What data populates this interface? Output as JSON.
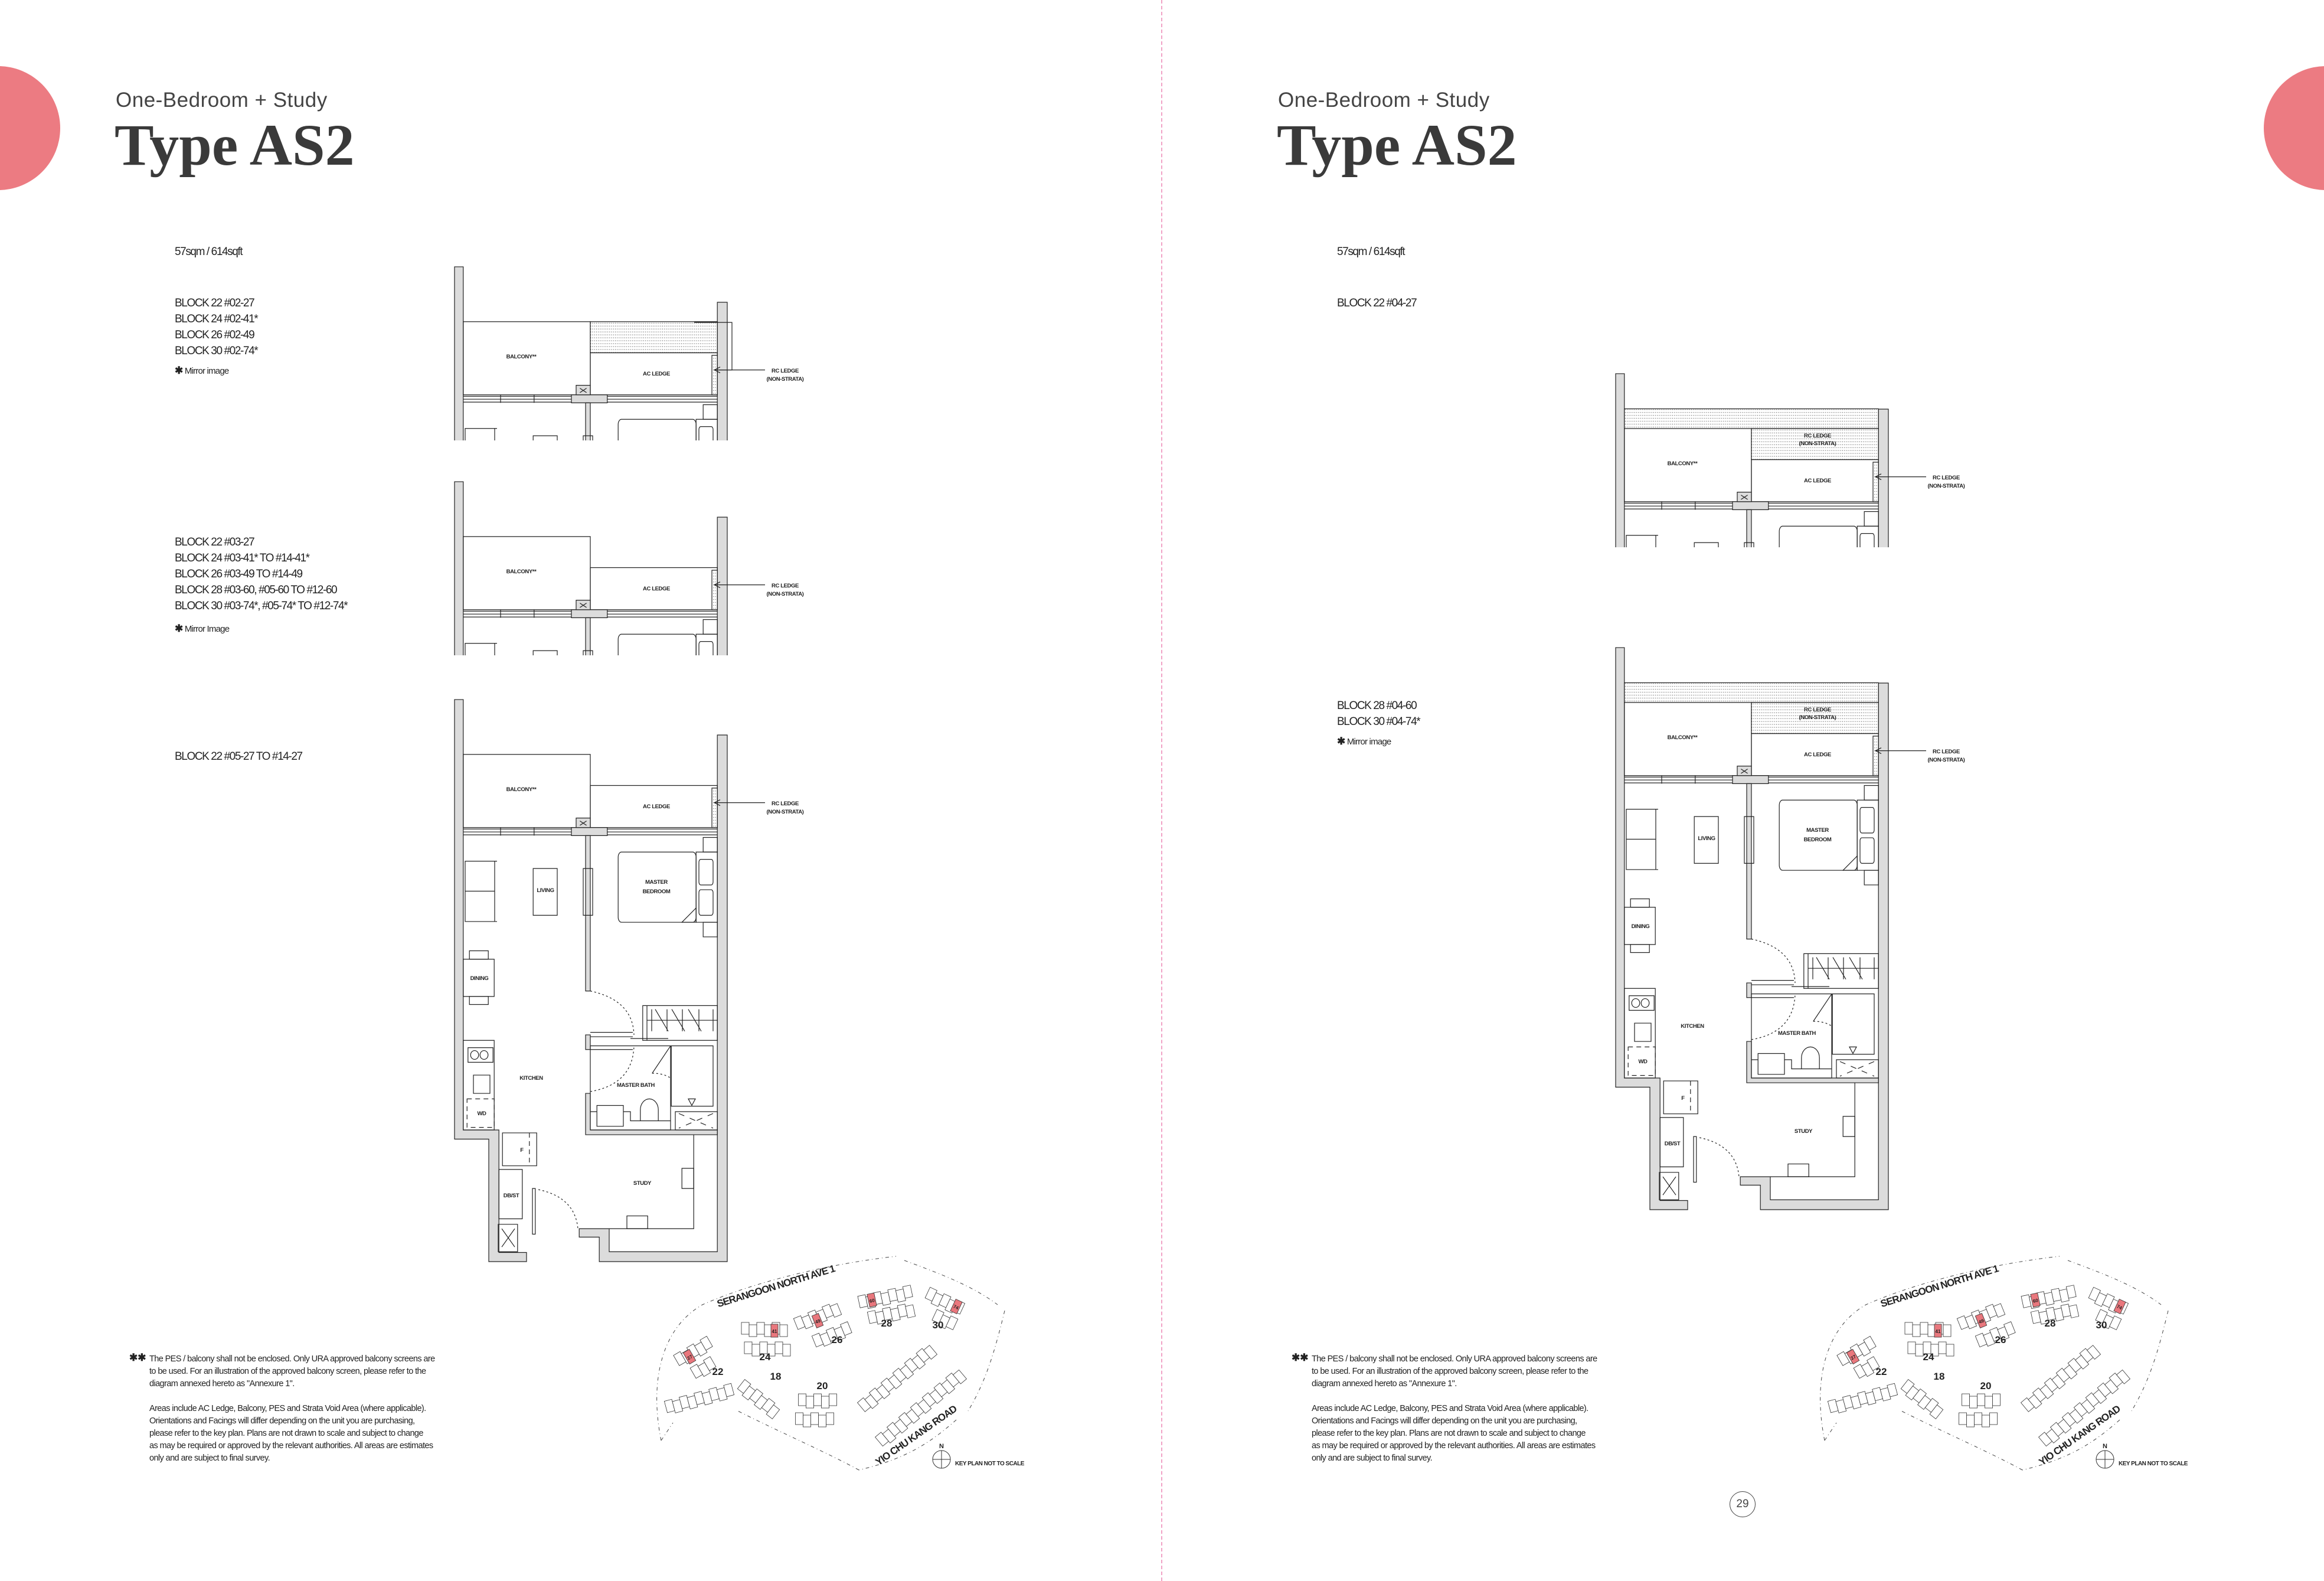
{
  "colors": {
    "accent_pink": "#ec7b82",
    "divider_pink": "#f1a3c6",
    "wall_gray": "#dcdcdc",
    "highlight_unit": "#e9777d"
  },
  "left_page": {
    "subtitle": "One-Bedroom + Study",
    "title": "Type AS2",
    "area": "57sqm / 614sqft",
    "group1": {
      "lines": [
        "BLOCK 22 #02-27",
        "BLOCK 24 #02-41*",
        "BLOCK 26 #02-49",
        "BLOCK 30 #02-74*"
      ],
      "marker": "✱",
      "note": "Mirror image"
    },
    "group2": {
      "lines": [
        "BLOCK 22 #03-27",
        "BLOCK 24 #03-41* TO #14-41*",
        "BLOCK 26 #03-49 TO #14-49",
        "BLOCK 28 #03-60, #05-60 TO #12-60",
        "BLOCK 30 #03-74*, #05-74* TO #12-74*"
      ],
      "marker": "✱",
      "note": "Mirror Image"
    },
    "group3": {
      "lines": [
        "BLOCK 22 #05-27 TO #14-27"
      ]
    }
  },
  "right_page": {
    "subtitle": "One-Bedroom + Study",
    "title": "Type AS2",
    "area": "57sqm / 614sqft",
    "group1": {
      "lines": [
        "BLOCK 22 #04-27"
      ]
    },
    "group2": {
      "lines": [
        "BLOCK 28 #04-60",
        "BLOCK 30 #04-74*"
      ],
      "marker": "✱",
      "note": "Mirror image"
    },
    "page_number": "29"
  },
  "notes": {
    "marker": "✱✱",
    "paragraph1": [
      "The PES / balcony shall not be enclosed. Only URA approved balcony screens are",
      "to be used. For an illustration of the approved balcony screen, please refer to the",
      "diagram annexed hereto as \"Annexure 1\"."
    ],
    "paragraph2": [
      "Areas include AC Ledge, Balcony, PES and Strata Void Area (where applicable).",
      "Orientations and Facings will differ depending on the unit you are purchasing,",
      "please refer to the key plan. Plans are not drawn to scale and subject to change",
      "as may be required or approved by the relevant authorities. All areas are estimates",
      "only and are subject to final survey."
    ]
  },
  "plan_labels": {
    "balcony": "BALCONY**",
    "ac_ledge": "AC LEDGE",
    "rc_ledge": "RC LEDGE",
    "non_strata": "(NON-STRATA)",
    "living": "LIVING",
    "master": "MASTER",
    "bedroom": "BEDROOM",
    "dining": "DINING",
    "kitchen": "KITCHEN",
    "master_bath": "MASTER BATH",
    "wd": "WD",
    "fridge": "F",
    "dbst": "DB/ST",
    "study": "STUDY"
  },
  "key_plan": {
    "road_north": "SERANGOON NORTH AVE 1",
    "road_south": "YIO CHU KANG ROAD",
    "north": "N",
    "caption": "KEY PLAN NOT TO SCALE",
    "blocks": [
      "22",
      "24",
      "26",
      "28",
      "30",
      "18",
      "20"
    ],
    "highlighted_units": [
      "27",
      "41",
      "49",
      "60",
      "74"
    ]
  }
}
